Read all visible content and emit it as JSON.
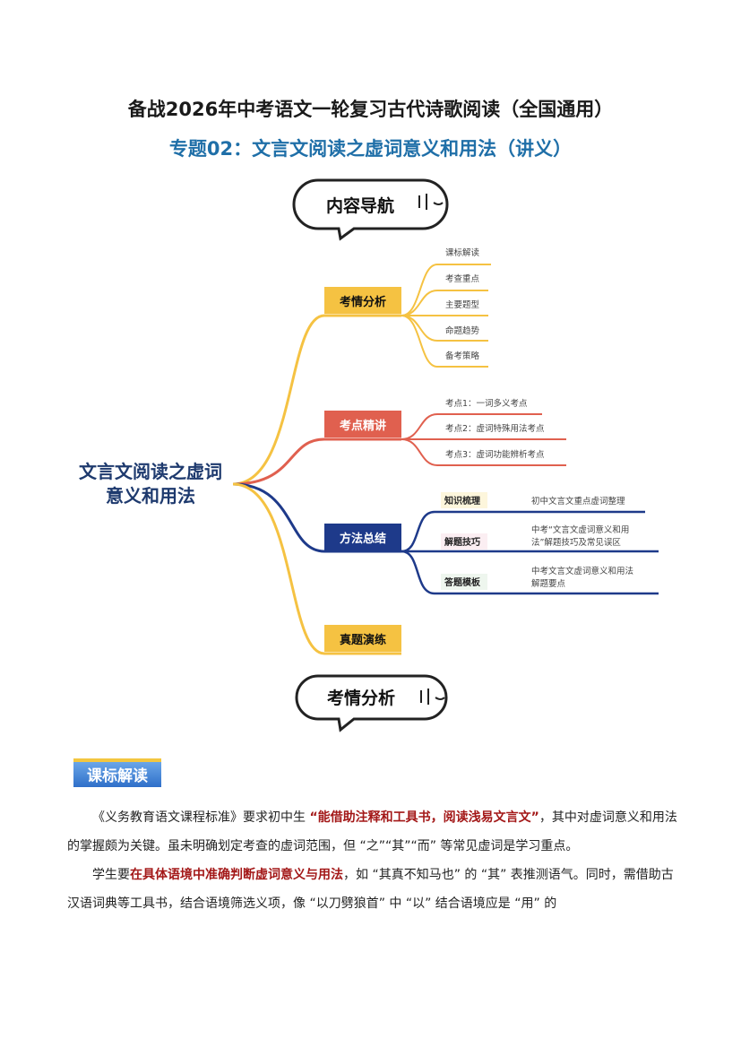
{
  "header": {
    "title": "备战2026年中考语文一轮复习古代诗歌阅读（全国通用）",
    "subtitle": "专题02：文言文阅读之虚词意义和用法（讲义）"
  },
  "nav_bubble": {
    "label": "内容导航",
    "icon": "sound-wave-icon"
  },
  "mindmap": {
    "root_line1": "文言文阅读之虚词",
    "root_line2": "意义和用法",
    "branches": [
      {
        "label": "考情分析",
        "color": "#f5c242",
        "children": [
          "课标解读",
          "考查重点",
          "主要题型",
          "命题趋势",
          "备考策略"
        ]
      },
      {
        "label": "考点精讲",
        "color": "#e0604f",
        "children": [
          "考点1：一词多义考点",
          "考点2：虚词特殊用法考点",
          "考点3：虚词功能辨析考点"
        ]
      },
      {
        "label": "方法总结",
        "color": "#1e3a8a",
        "children": [
          {
            "label": "知识梳理",
            "desc1": "初中文言文重点虚词整理",
            "desc2": ""
          },
          {
            "label": "解题技巧",
            "desc1": "中考“文言文虚词意义和用",
            "desc2": "法”解题技巧及常见误区"
          },
          {
            "label": "答题模板",
            "desc1": "中考文言文虚词意义和用法",
            "desc2": "解题要点"
          }
        ]
      },
      {
        "label": "真题演练",
        "color": "#f5c242",
        "children": []
      }
    ]
  },
  "section_bubble": {
    "label": "考情分析",
    "icon": "sound-wave-icon"
  },
  "section_tag": "课标解读",
  "body": {
    "p1_a": "《义务教育语文课程标准》要求初中生",
    "p1_hl": "“能借助注释和工具书，阅读浅易文言文”",
    "p1_b": "，其中对虚词意义和用法的掌握颇为关键。虽未明确划定考查的虚词范围，但 “之”“其”“而” 等常见虚词是学习重点。",
    "p2_a": "学生要",
    "p2_hl": "在具体语境中准确判断虚词意义与用法",
    "p2_b": "，如 “其真不知马也” 的 “其” 表推测语气。同时，需借助古汉语词典等工具书，结合语境筛选义项，像 “以刀劈狼首” 中 “以” 结合语境应是 “用” 的"
  }
}
